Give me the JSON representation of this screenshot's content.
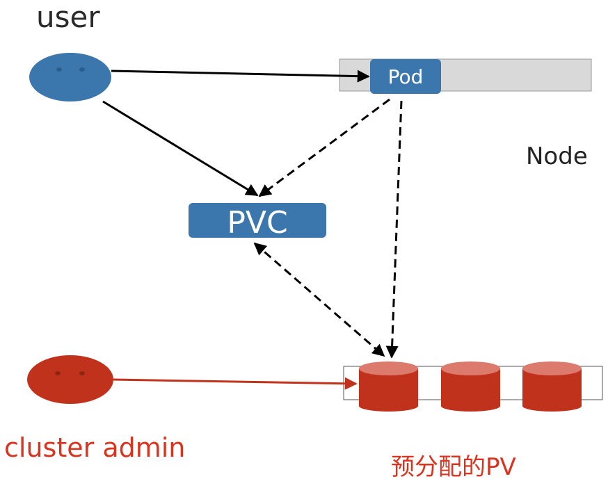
{
  "labels": {
    "user": "user",
    "node": "Node",
    "pod": "Pod",
    "pvc": "PVC",
    "cluster_admin": "cluster admin",
    "preallocated_pv": "预分配的PV"
  },
  "colors": {
    "blue": "#3b77ad",
    "red_dark": "#c0321c",
    "red_light": "#dd7a6e",
    "node_bar": "#d9d9d9",
    "arrow": "#000000",
    "admin_arrow": "#c0321c",
    "admin_text": "#d8341f"
  },
  "icons": {
    "user": "user-blob-icon",
    "admin": "admin-blob-icon",
    "volume": "cylinder-icon"
  }
}
